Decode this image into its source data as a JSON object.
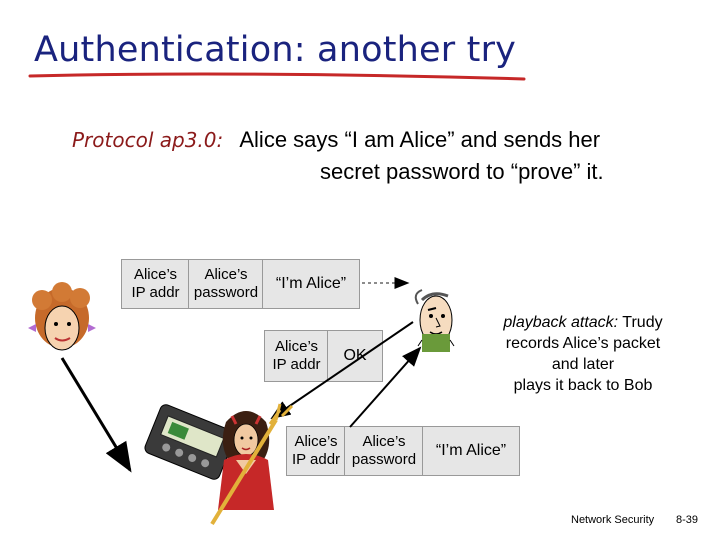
{
  "slide": {
    "title": "Authentication: another try",
    "protocol_label": "Protocol ap3.0:",
    "protocol_text_1": "Alice says “I am Alice” and sends her",
    "protocol_text_2": "secret password to “prove” it."
  },
  "top_message": {
    "ip_addr": "Alice’s IP addr",
    "ip_line1": "Alice’s",
    "ip_line2": "IP addr",
    "pw_line1": "Alice’s",
    "pw_line2": "password",
    "message": "“I’m Alice”"
  },
  "reply_message": {
    "ip_line1": "Alice’s",
    "ip_line2": "IP addr",
    "ok": "OK"
  },
  "replay_message": {
    "ip_line1": "Alice’s",
    "ip_line2": "IP addr",
    "pw_line1": "Alice’s",
    "pw_line2": "password",
    "message": "“I’m Alice”"
  },
  "annotation": {
    "italic": "playback attack:",
    "rest_1": "Trudy",
    "rest_2": "records Alice’s packet",
    "rest_3": "and later",
    "rest_4": "plays it back to Bob"
  },
  "footer": {
    "course": "Network Security",
    "page": "8-39"
  },
  "colors": {
    "title": "#1a237e",
    "underline": "#c62828",
    "protocol_label": "#8b1a1a",
    "box_fill": "#e6e6e6"
  }
}
